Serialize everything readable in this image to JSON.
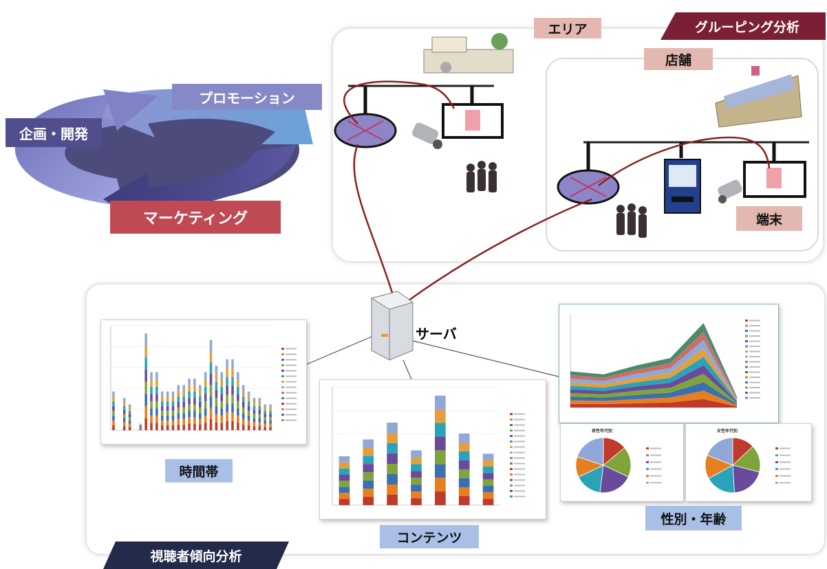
{
  "cycle": {
    "planning_label": "企画・開発",
    "promotion_label": "プロモーション",
    "marketing_label": "マーケティング"
  },
  "network": {
    "area_label": "エリア",
    "grouping_label": "グルーピング分析",
    "store_label": "店舗",
    "terminal_label": "端末",
    "server_label": "サーバ"
  },
  "analysis": {
    "title": "視聴者傾向分析",
    "time_label": "時間帯",
    "content_label": "コンテンツ",
    "gender_age_label": "性別・年齢"
  },
  "colors": {
    "marketing": "#bf4a53",
    "promotion": "#8589c6",
    "planning": "#514e8e",
    "grouping": "#7b1f35",
    "pink_label": "#e2b8b0",
    "blue_label": "#a9bfe6",
    "cable": "#8a1f1f",
    "analysis_banner": "#232a4a"
  },
  "chart_data": [
    {
      "type": "bar",
      "stacked": true,
      "values": [
        6,
        0,
        5,
        4,
        0,
        1,
        15,
        9,
        9,
        6,
        6,
        6,
        7,
        7,
        8,
        8,
        7,
        9,
        14,
        10,
        9,
        11,
        11,
        9,
        7,
        6,
        5,
        5,
        4,
        4
      ]
    },
    {
      "type": "bar",
      "stacked": true,
      "values": [
        58,
        78,
        98,
        65,
        130,
        85,
        61
      ]
    },
    {
      "type": "area",
      "stacked": true,
      "values": [
        600,
        550,
        700,
        820,
        1400,
        180
      ]
    },
    {
      "type": "pie",
      "title": "男性年代別",
      "values": [
        14,
        18,
        20,
        16,
        12,
        20
      ]
    },
    {
      "type": "pie",
      "title": "女性年代別",
      "values": [
        13,
        16,
        20,
        18,
        14,
        19
      ]
    }
  ]
}
